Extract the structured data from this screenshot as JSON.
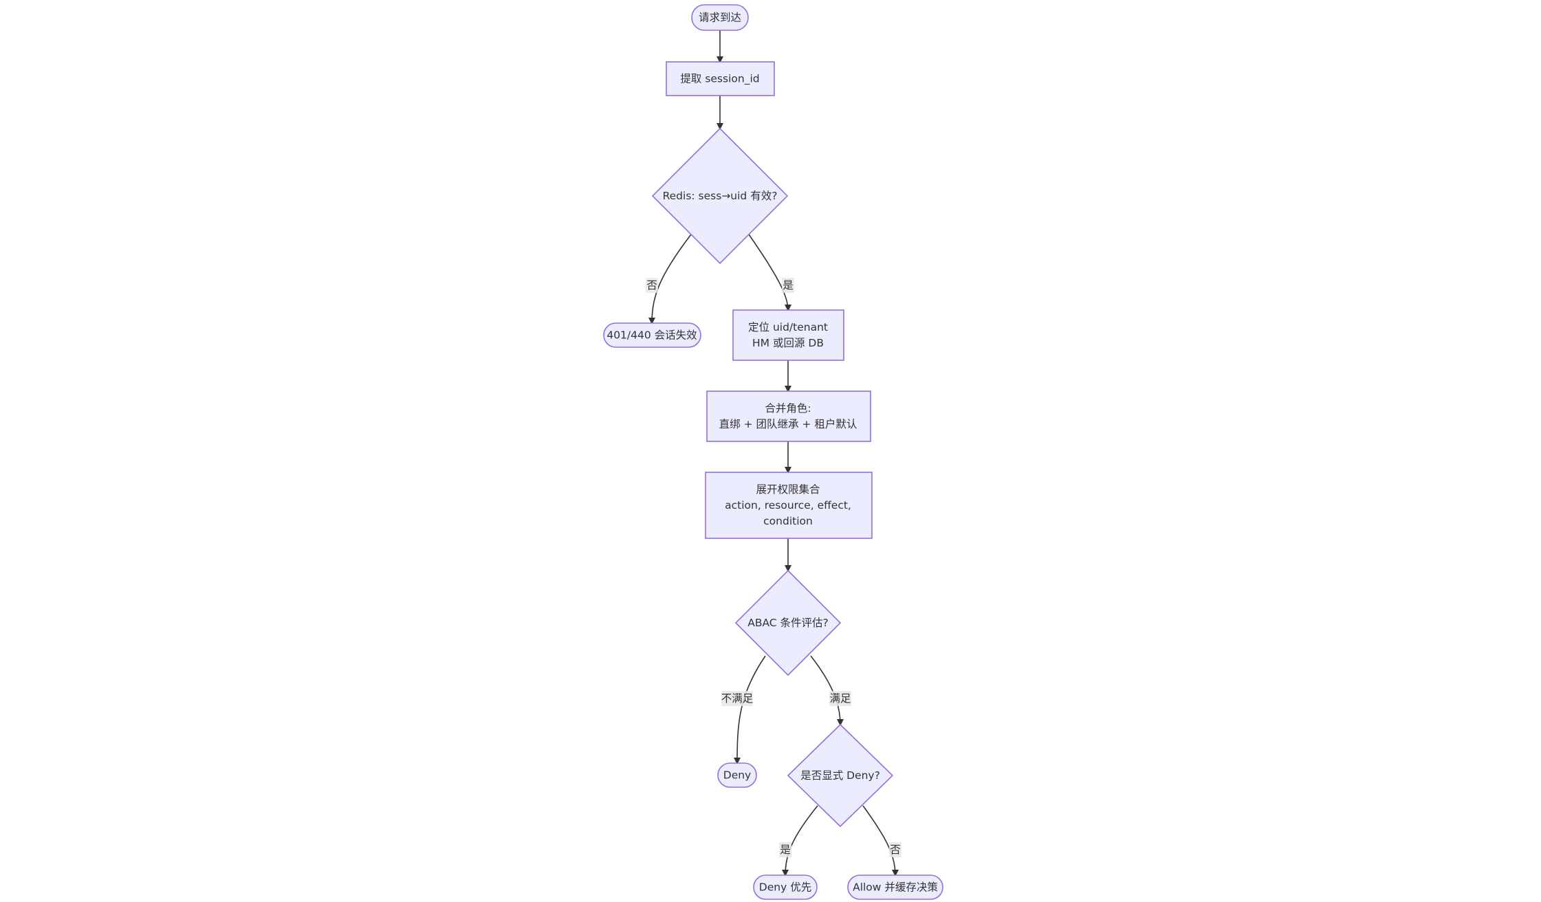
{
  "diagram": {
    "nodes": {
      "start": [
        "请求到达"
      ],
      "extract": [
        "提取 session_id"
      ],
      "redis": [
        "Redis: sess→uid 有效?"
      ],
      "fail": [
        "401/440 会话失效"
      ],
      "locate": [
        "定位 uid/tenant",
        "HM 或回源 DB"
      ],
      "merge": [
        "合并角色:",
        "直绑 + 团队继承 + 租户默认"
      ],
      "expand": [
        "展开权限集合",
        "action, resource, effect,",
        "condition"
      ],
      "abac": [
        "ABAC 条件评估?"
      ],
      "deny": [
        "Deny"
      ],
      "explicit": [
        "是否显式 Deny?"
      ],
      "deny_first": [
        "Deny 优先"
      ],
      "allow": [
        "Allow 并缓存决策"
      ]
    },
    "edge_labels": {
      "no": "否",
      "yes": "是",
      "unsatisfied": "不满足",
      "satisfied": "满足",
      "yes2": "是",
      "no2": "否"
    }
  }
}
